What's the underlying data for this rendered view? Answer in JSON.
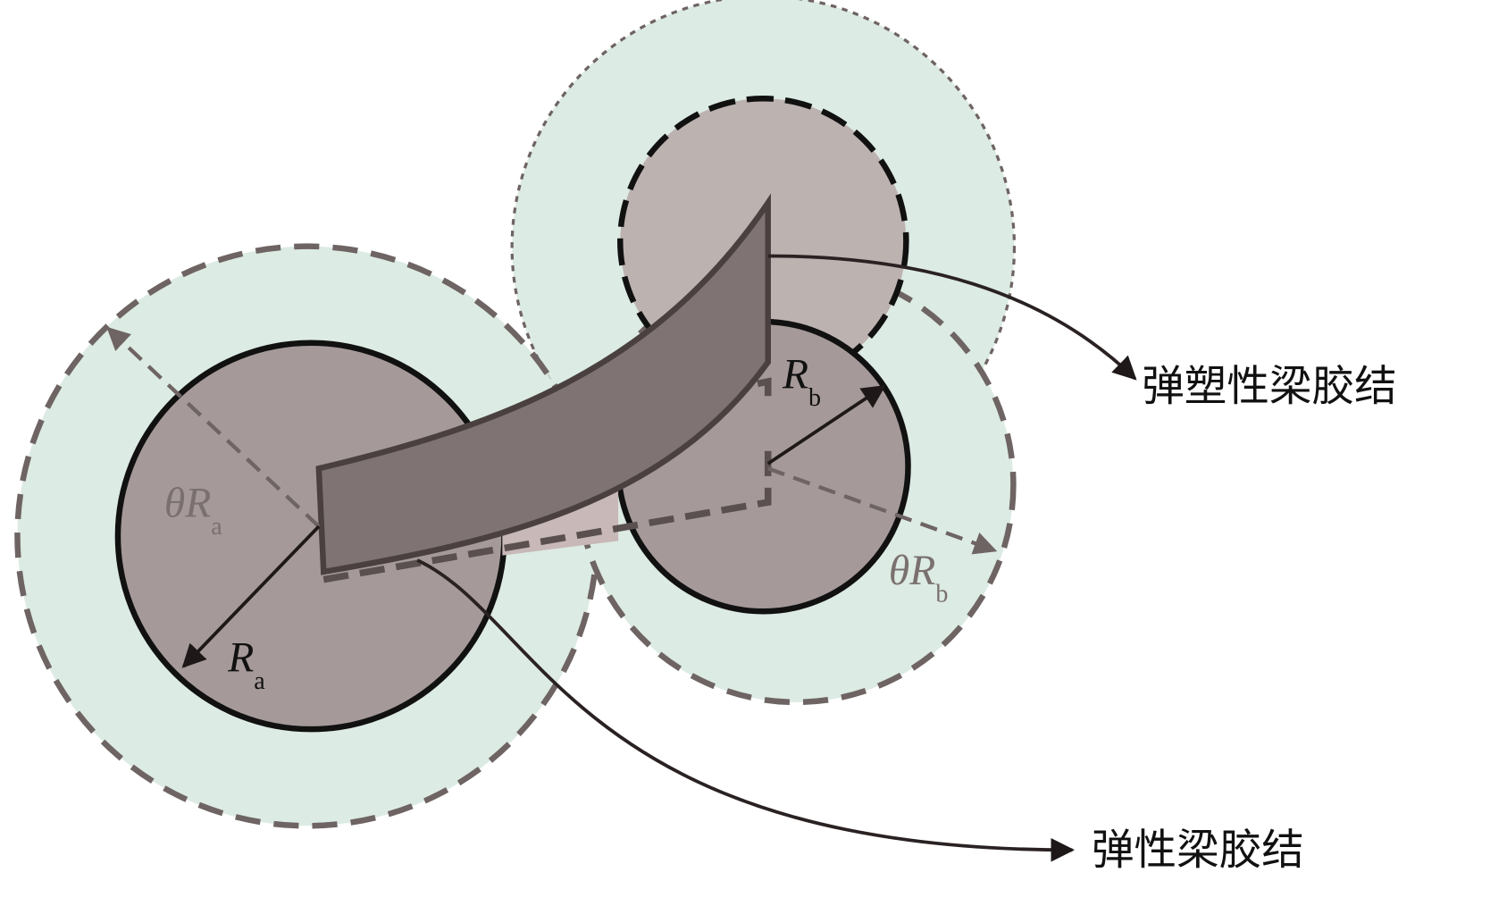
{
  "labels": {
    "elastoplastic": "弹塑性梁胶结",
    "elastic": "弹性梁胶结",
    "ra_main": "R",
    "ra_sub": "a",
    "rb_main": "R",
    "rb_sub": "b",
    "theta_ra_main": "θR",
    "theta_ra_sub": "a",
    "theta_rb_main": "θR",
    "theta_rb_sub": "b"
  },
  "colors": {
    "halo": "#dcebe3",
    "particle": "#a59a99",
    "particle_upper": "#bcb2b0",
    "beam": "#7f7473",
    "dash": "#6e6463",
    "ink": "#2a2222"
  }
}
